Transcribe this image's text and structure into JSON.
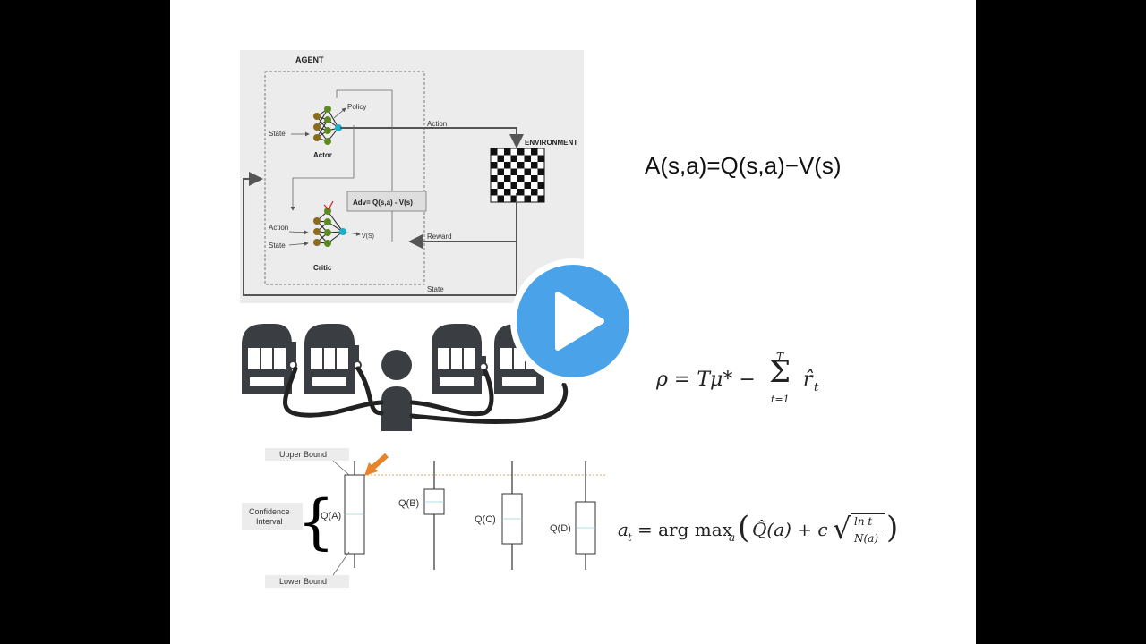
{
  "actor_critic": {
    "agent_label": "AGENT",
    "environment_label": "ENVIRONMENT",
    "policy_label": "Policy",
    "actor_label": "Actor",
    "critic_label": "Critic",
    "state_label": "State",
    "action_label": "Action",
    "critic_action_label": "Action",
    "critic_state_label": "State",
    "vs_label": "V(S)",
    "adv_label": "Adv= Q(s,a) - V(s)",
    "reward_label": "Reward",
    "state_bottom_label": "State"
  },
  "equations": {
    "advantage": "A(s,a)=Q(s,a)−V(s)",
    "regret_lhs": "ρ = Tμ* −",
    "regret_sum_top": "T",
    "regret_sum_bottom": "t=1",
    "regret_term": "r̂",
    "regret_sub": "t",
    "ucb_lhs": "a",
    "ucb_lhs_sub": "t",
    "ucb_eq": "= arg max",
    "ucb_sub_a": "a",
    "ucb_q": "Q̂(a) + c",
    "ucb_frac_top": "ln t",
    "ucb_frac_bottom": "N(a)"
  },
  "ucb_chart": {
    "upper_bound_label": "Upper Bound",
    "lower_bound_label": "Lower Bound",
    "confidence_label_1": "Confidence",
    "confidence_label_2": "Interval",
    "labels": [
      "Q(A)",
      "Q(B)",
      "Q(C)",
      "Q(D)"
    ]
  },
  "colors": {
    "arrow_orange": "#e8852a",
    "play_blue": "#4aa3e8",
    "node_green": "#5b8a1f",
    "node_brown": "#8a6b1c",
    "node_cyan": "#1ab0c8",
    "slot_dark": "#3a3d42"
  },
  "play_icon": "play-icon"
}
